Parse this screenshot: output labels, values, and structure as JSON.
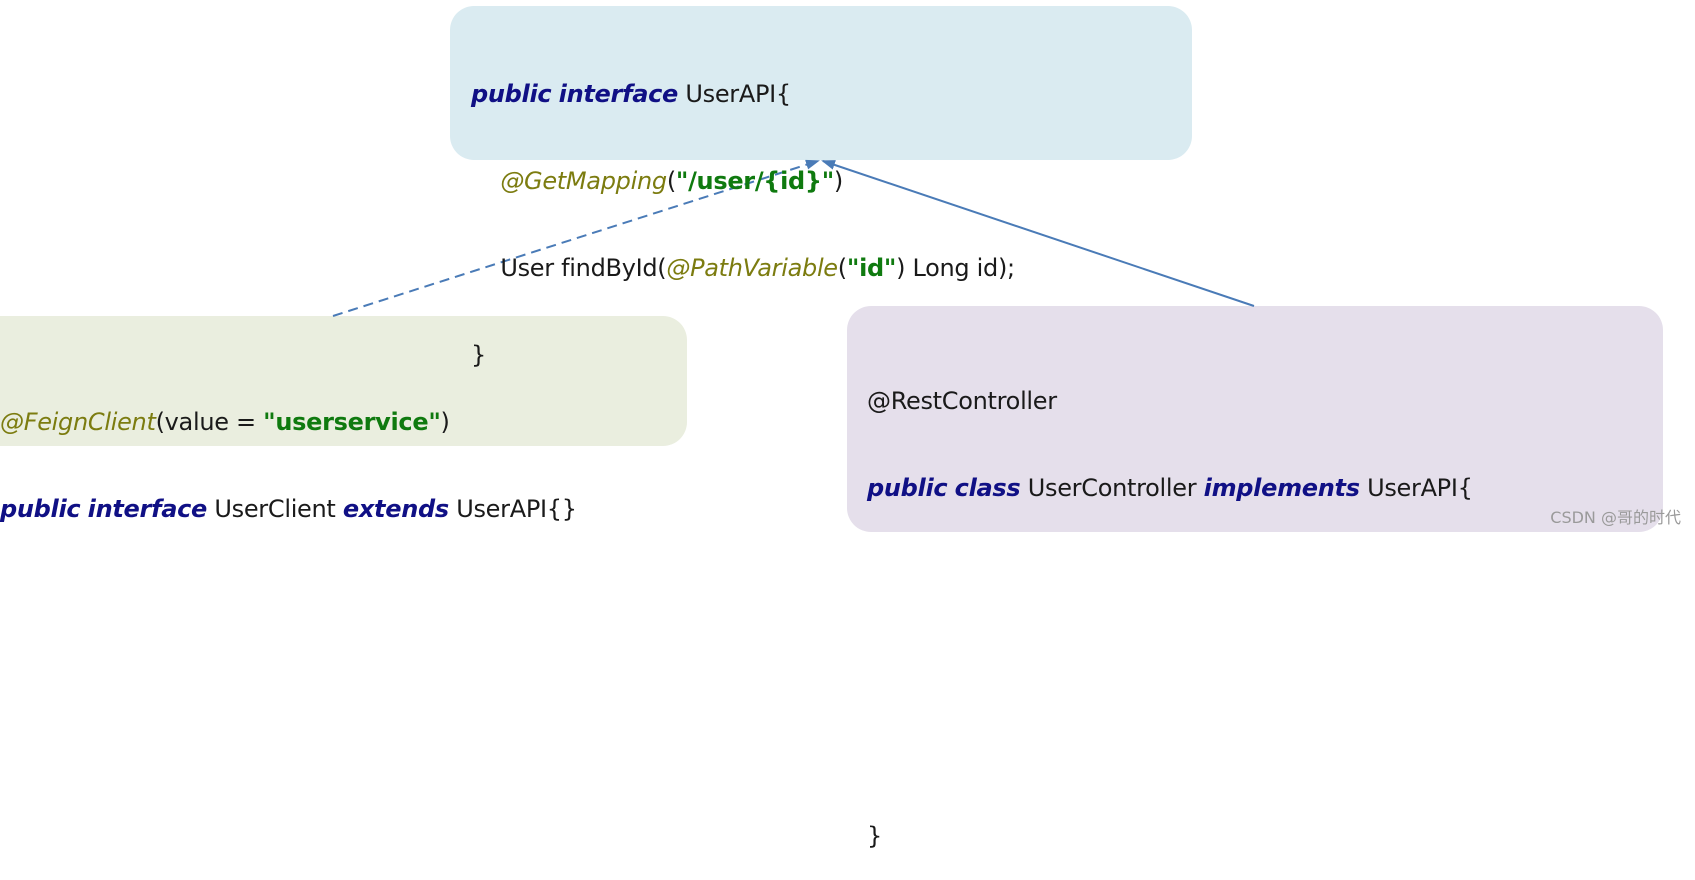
{
  "api": {
    "l1_kw1": "public",
    "l1_kw2": "interface",
    "l1_name": "UserAPI{",
    "l2_indent": "    ",
    "l2_ann": "@GetMapping",
    "l2_open": "(",
    "l2_str": "\"/user/{id}\"",
    "l2_close": ")",
    "l3_indent": "    ",
    "l3_pre": "User findById(",
    "l3_ann": "@PathVariable",
    "l3_open": "(",
    "l3_str": "\"id\"",
    "l3_post": ") Long id);",
    "l4": "}"
  },
  "client": {
    "l1_ann": "@FeignClient",
    "l1_pre": "(value = ",
    "l1_str": "\"userservice\"",
    "l1_post": ")",
    "l2_kw1": "public",
    "l2_kw2": "interface",
    "l2_name": "UserClient",
    "l2_kw3": "extends",
    "l2_tail": "UserAPI{}"
  },
  "controller": {
    "l1": "@RestController",
    "l2_kw1": "public",
    "l2_kw2": "class",
    "l2_name": "UserController",
    "l2_kw3": "implements",
    "l2_tail": "UserAPI{",
    "l6": "}"
  },
  "edges": [
    {
      "from": "client",
      "to": "api",
      "style": "dashed",
      "color": "#4a7bb7"
    },
    {
      "from": "controller",
      "to": "api",
      "style": "solid",
      "color": "#4a7bb7"
    }
  ],
  "watermark": "CSDN @哥的时代"
}
